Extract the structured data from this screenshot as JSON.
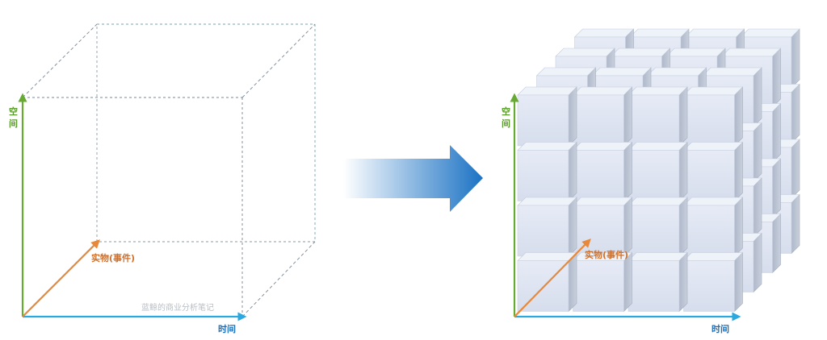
{
  "colors": {
    "space_axis": "#66aa33",
    "time_axis": "#2aa8e0",
    "entity_axis": "#e8883a",
    "label_space": "#5a9a2c",
    "label_time": "#1f6fb8",
    "label_entity": "#d0702a",
    "wireframe": "#7a8894",
    "cube_front": "#dfe6f3",
    "cube_top": "#eaeff8",
    "cube_side": "#b5bfcf",
    "arrow_start": "#ffffff",
    "arrow_end": "#1b72c4",
    "watermark": "#b8bec6"
  },
  "left_diagram": {
    "space_label": "空间",
    "time_label": "时间",
    "entity_label": "实物(事件)",
    "watermark": "蓝鲸的商业分析笔记"
  },
  "arrow": {
    "direction": "right"
  },
  "right_diagram": {
    "space_label": "空间",
    "time_label": "时间",
    "entity_label": "实物(事件)",
    "grid": {
      "columns": 4,
      "rows": 4,
      "depth": 4
    }
  }
}
